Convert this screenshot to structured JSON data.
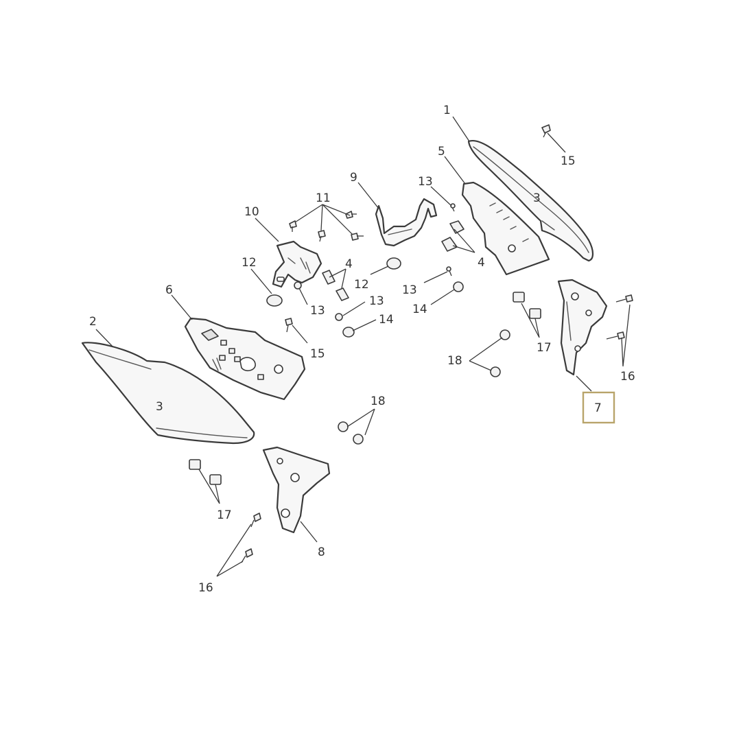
{
  "diagram": {
    "highlighted_label": "7",
    "callouts": [
      {
        "id": "c1",
        "text": "1"
      },
      {
        "id": "c2",
        "text": "2"
      },
      {
        "id": "c3a",
        "text": "3"
      },
      {
        "id": "c3b",
        "text": "3"
      },
      {
        "id": "c4a",
        "text": "4"
      },
      {
        "id": "c4b",
        "text": "4"
      },
      {
        "id": "c5",
        "text": "5"
      },
      {
        "id": "c6",
        "text": "6"
      },
      {
        "id": "c7",
        "text": "7"
      },
      {
        "id": "c8",
        "text": "8"
      },
      {
        "id": "c9",
        "text": "9"
      },
      {
        "id": "c10",
        "text": "10"
      },
      {
        "id": "c11",
        "text": "11"
      },
      {
        "id": "c12a",
        "text": "12"
      },
      {
        "id": "c12b",
        "text": "12"
      },
      {
        "id": "c13a",
        "text": "13"
      },
      {
        "id": "c13b",
        "text": "13"
      },
      {
        "id": "c13c",
        "text": "13"
      },
      {
        "id": "c13d",
        "text": "13"
      },
      {
        "id": "c14a",
        "text": "14"
      },
      {
        "id": "c14b",
        "text": "14"
      },
      {
        "id": "c15a",
        "text": "15"
      },
      {
        "id": "c15b",
        "text": "15"
      },
      {
        "id": "c16a",
        "text": "16"
      },
      {
        "id": "c16b",
        "text": "16"
      },
      {
        "id": "c17a",
        "text": "17"
      },
      {
        "id": "c17b",
        "text": "17"
      },
      {
        "id": "c18a",
        "text": "18"
      },
      {
        "id": "c18b",
        "text": "18"
      }
    ]
  }
}
